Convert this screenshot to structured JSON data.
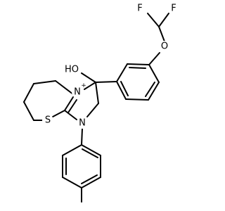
{
  "molecule": {
    "atoms": {
      "F1": {
        "label": "F"
      },
      "F2": {
        "label": "F"
      },
      "O_ether": {
        "label": "O"
      },
      "HO": {
        "label": "HO"
      },
      "N_plus": {
        "label": "N",
        "charge": "+"
      },
      "N_amine": {
        "label": "N"
      },
      "S": {
        "label": "S"
      }
    },
    "colors": {
      "bond": "#000000",
      "label": "#000000",
      "background": "#ffffff"
    }
  }
}
